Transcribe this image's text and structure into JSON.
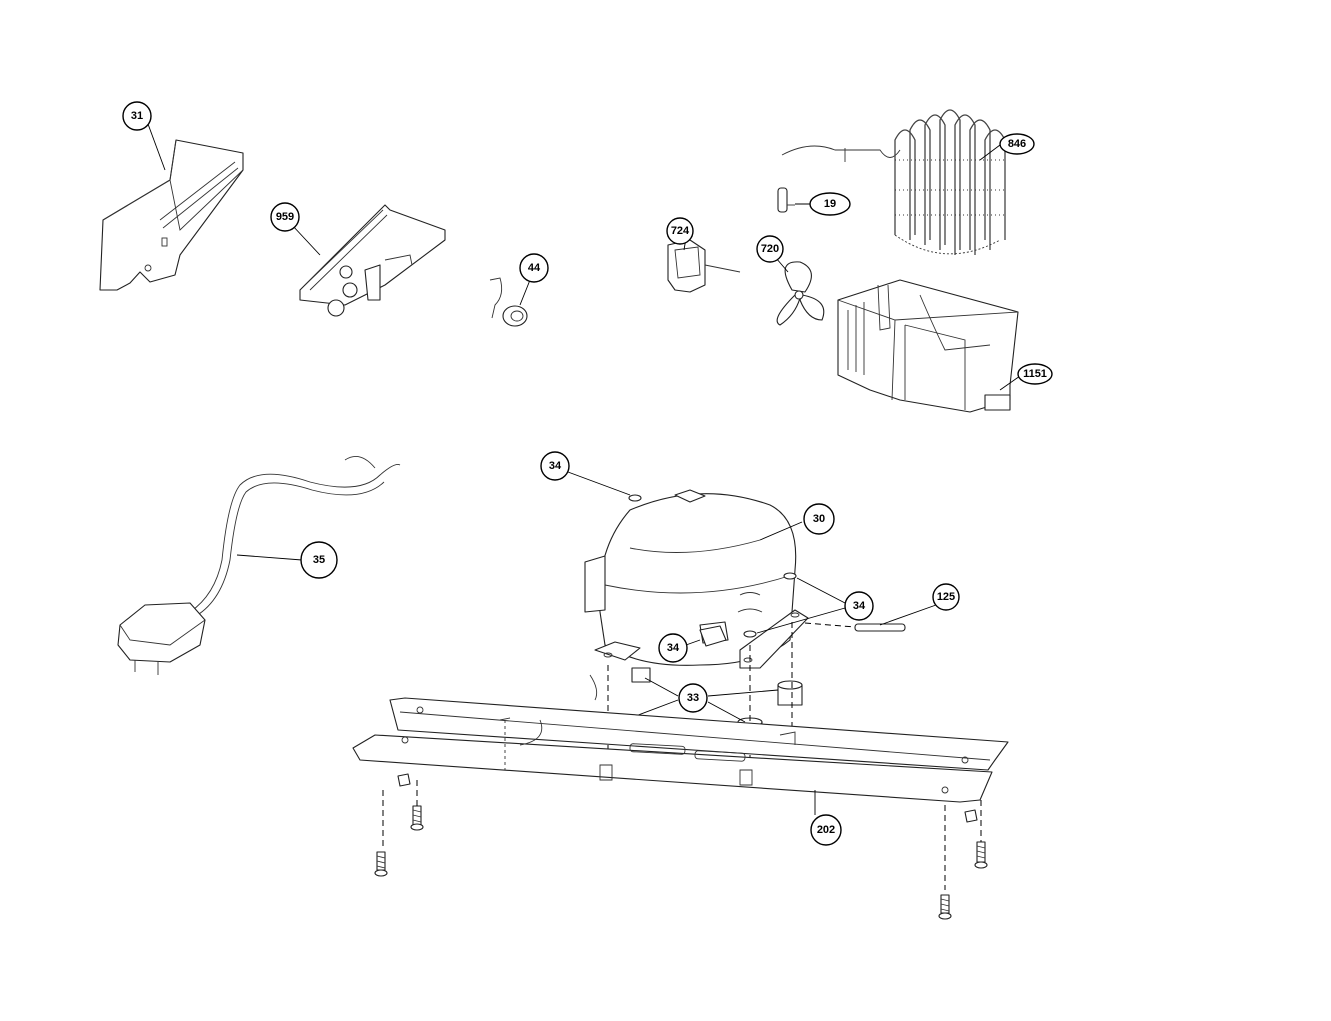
{
  "callouts": {
    "c31": "31",
    "c959": "959",
    "c44": "44",
    "c724": "724",
    "c720": "720",
    "c19": "19",
    "c846": "846",
    "c1151": "1151",
    "c34a": "34",
    "c30": "30",
    "c35": "35",
    "c34b": "34",
    "c125": "125",
    "c34c": "34",
    "c33": "33",
    "c202": "202"
  }
}
